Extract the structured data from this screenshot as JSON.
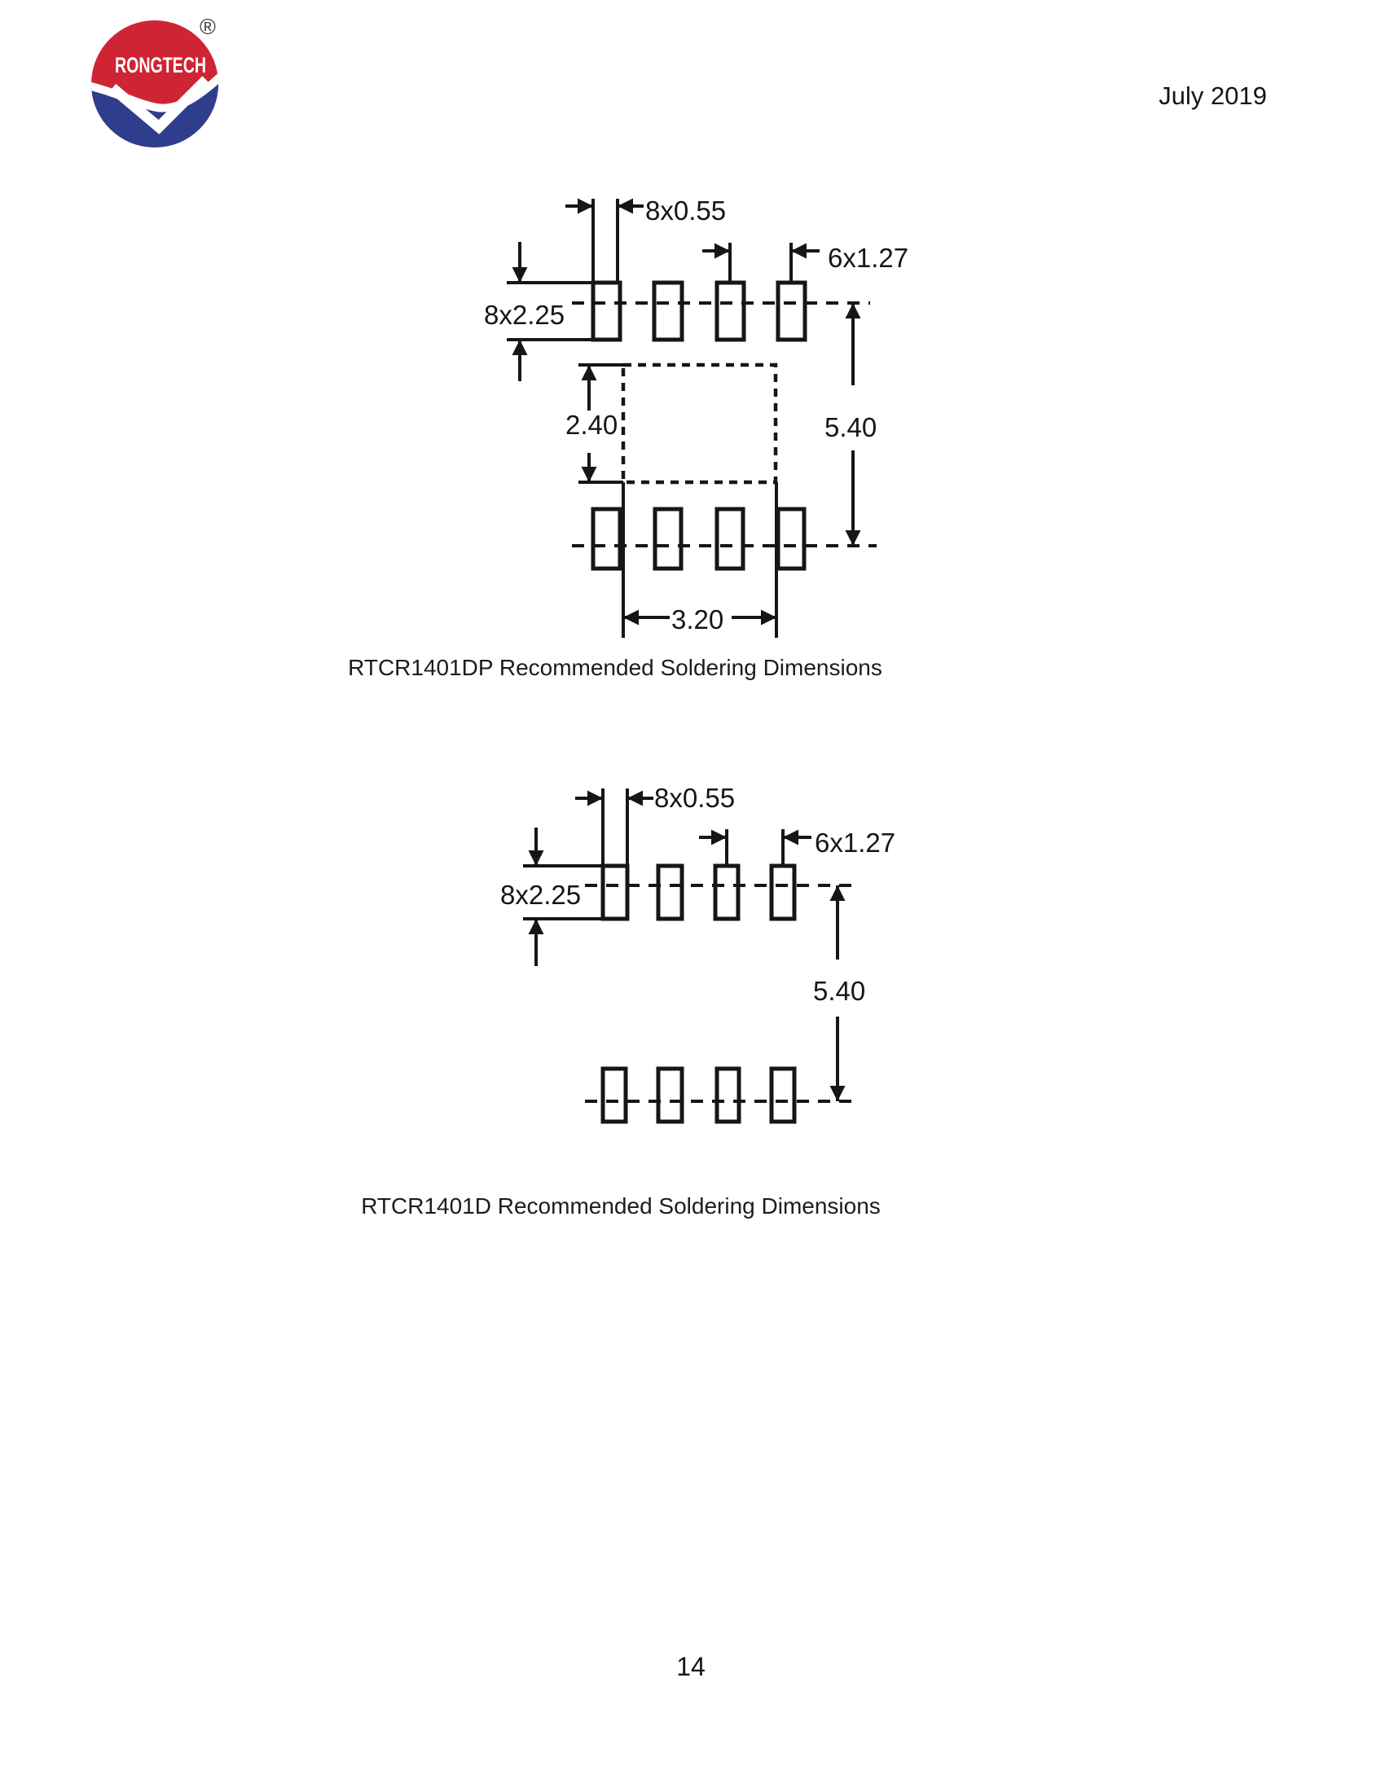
{
  "header": {
    "logo": {
      "brand": "RONGTECH",
      "registered_mark": "®",
      "red": "#cf2434",
      "blue": "#2e3e8c"
    },
    "date": "July 2019"
  },
  "diagram_dp": {
    "caption": "RTCR1401DP Recommended Soldering Dimensions",
    "dims": {
      "pad_width": "8x0.55",
      "pad_pitch": "6x1.27",
      "pad_height": "8x2.25",
      "body_height": "2.40",
      "row_spacing": "5.40",
      "body_width": "3.20"
    }
  },
  "diagram_d": {
    "caption": "RTCR1401D Recommended Soldering Dimensions",
    "dims": {
      "pad_width": "8x0.55",
      "pad_pitch": "6x1.27",
      "pad_height": "8x2.25",
      "row_spacing": "5.40"
    }
  },
  "footer": {
    "page_number": "14"
  }
}
